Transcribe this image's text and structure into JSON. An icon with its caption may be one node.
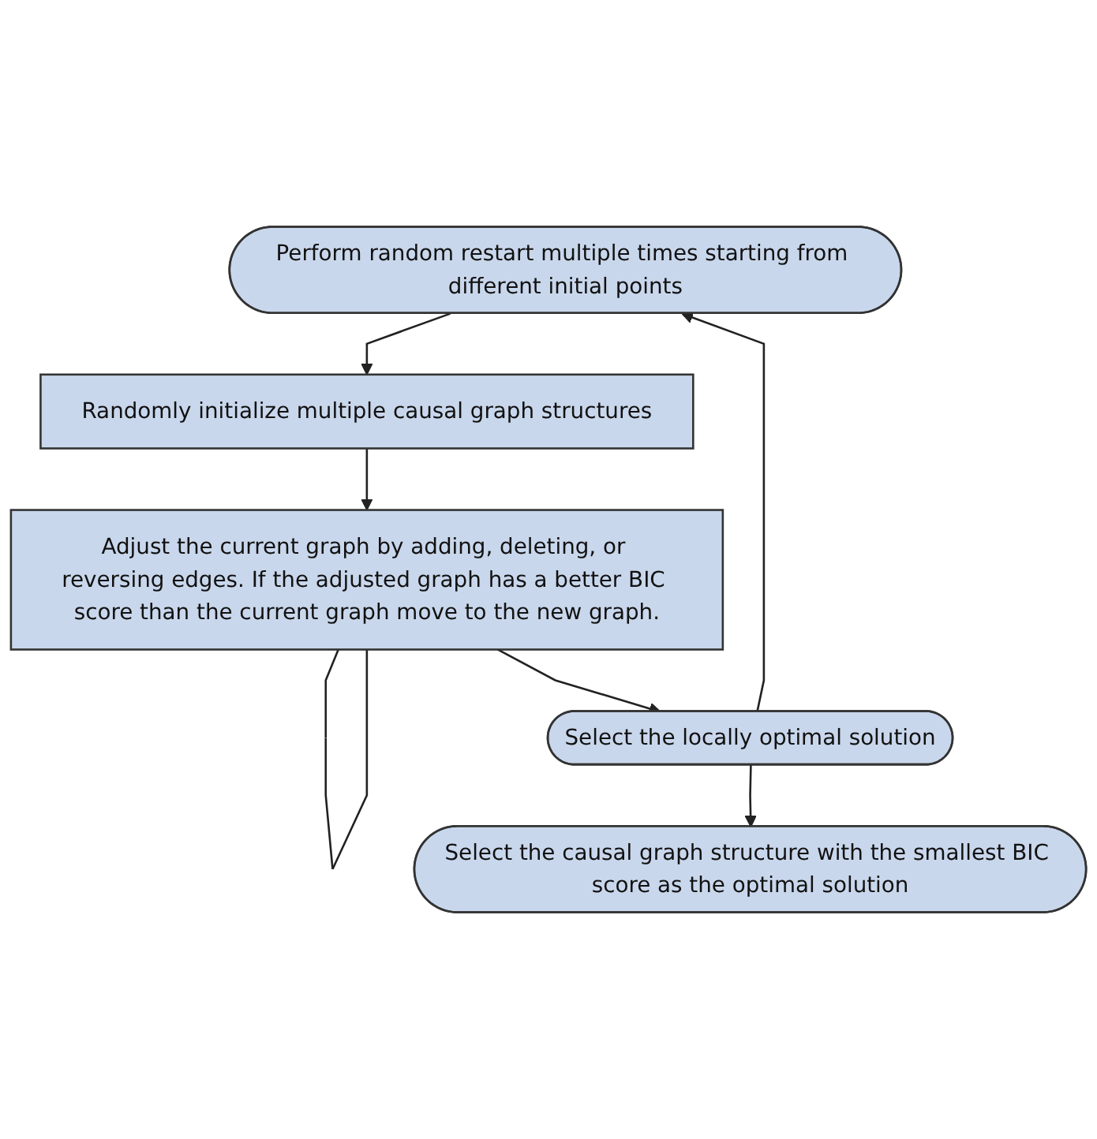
{
  "diagram": {
    "nodes": [
      {
        "text": [
          "Perform random restart multiple times starting from different initial points"
        ]
      },
      {
        "text": [
          "Randomly initialize multiple causal graph structures"
        ]
      },
      {
        "text": [
          "Adjust the current graph by adding, deleting, or reversing edges. If the adjusted graph has a better BIC score than the current graph move to the new graph."
        ]
      },
      {
        "text": [
          "Select the locally optimal solution"
        ]
      },
      {
        "text": [
          "Select the causal graph structure with the smallest BIC score as the optimal solution"
        ]
      }
    ],
    "edges": [
      {
        "from": 0,
        "to": 1,
        "arrow": "to"
      },
      {
        "from": 1,
        "to": 2,
        "arrow": "to"
      },
      {
        "from": 2,
        "to": 2,
        "arrow": "none"
      },
      {
        "from": 2,
        "to": 3,
        "arrow": "to"
      },
      {
        "from": 3,
        "to": 0,
        "arrow": "to"
      },
      {
        "from": 3,
        "to": 4,
        "arrow": "to"
      }
    ]
  }
}
